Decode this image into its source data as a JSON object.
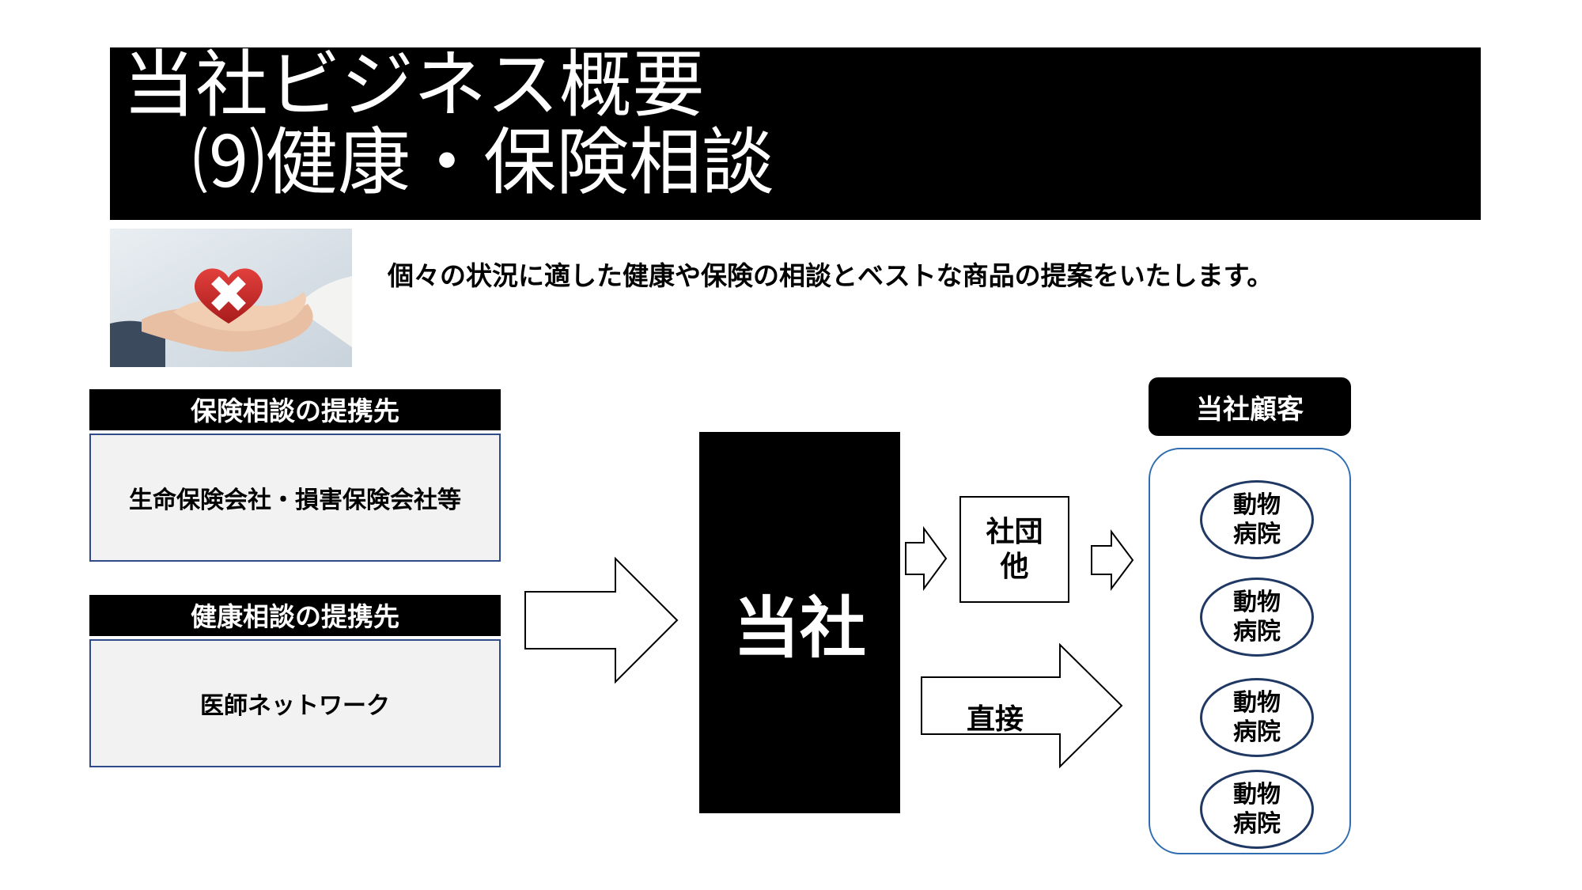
{
  "title": {
    "line1": "当社ビジネス概要",
    "line2": "⑼健康・保険相談"
  },
  "lead_text": "個々の状況に適した健康や保険の相談とベストな商品の提案をいたします。",
  "partners": {
    "insurance": {
      "header": "保険相談の提携先",
      "body": "生命保険会社・損害保険会社等"
    },
    "health": {
      "header": "健康相談の提携先",
      "body": "医師ネットワーク"
    }
  },
  "company_label": "当社",
  "association": {
    "line1": "社団",
    "line2": "他"
  },
  "direct_label": "直接",
  "customers": {
    "header": "当社顧客",
    "items": [
      {
        "line1": "動物",
        "line2": "病院"
      },
      {
        "line1": "動物",
        "line2": "病院"
      },
      {
        "line1": "動物",
        "line2": "病院"
      },
      {
        "line1": "動物",
        "line2": "病院"
      }
    ]
  },
  "colors": {
    "band": "#000000",
    "box_fill": "#f2f2f2",
    "box_border": "#2f4b8a",
    "customer_border": "#2f6db0",
    "clinic_border": "#1f3864"
  }
}
